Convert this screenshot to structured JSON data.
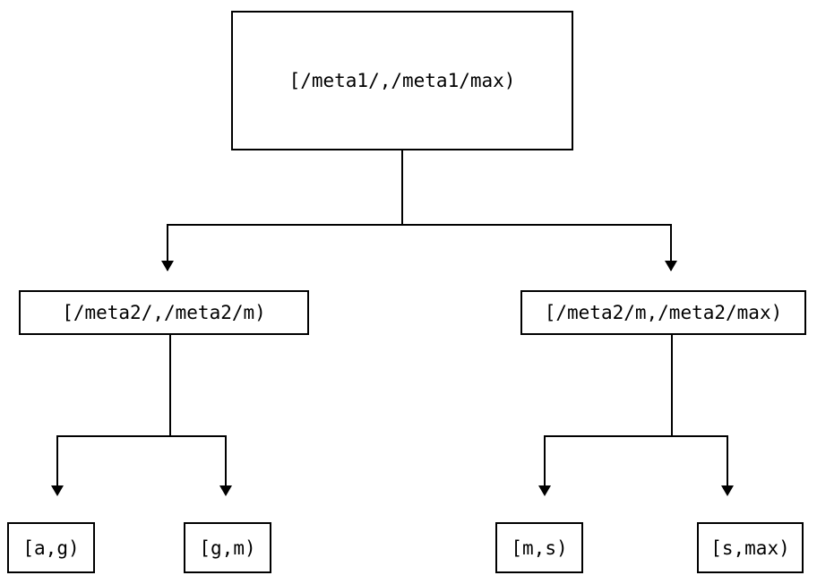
{
  "diagram": {
    "type": "tree",
    "orientation": "top-down",
    "background_color": "#ffffff",
    "line_color": "#000000",
    "text_color": "#000000",
    "nodes": {
      "root": {
        "id": "root",
        "label": "[/meta1/,/meta1/max)",
        "level": 0
      },
      "mid_left": {
        "id": "mid-left",
        "label": "[/meta2/,/meta2/m)",
        "level": 1
      },
      "mid_right": {
        "id": "mid-right",
        "label": "[/meta2/m,/meta2/max)",
        "level": 1
      },
      "leaf_1": {
        "id": "leaf-a-g",
        "label": "[a,g)",
        "level": 2
      },
      "leaf_2": {
        "id": "leaf-g-m",
        "label": "[g,m)",
        "level": 2
      },
      "leaf_3": {
        "id": "leaf-m-s",
        "label": "[m,s)",
        "level": 2
      },
      "leaf_4": {
        "id": "leaf-s-max",
        "label": "[s,max)",
        "level": 2
      }
    },
    "edges": [
      {
        "from": "root",
        "to": "mid_left"
      },
      {
        "from": "root",
        "to": "mid_right"
      },
      {
        "from": "mid_left",
        "to": "leaf_1"
      },
      {
        "from": "mid_left",
        "to": "leaf_2"
      },
      {
        "from": "mid_right",
        "to": "leaf_3"
      },
      {
        "from": "mid_right",
        "to": "leaf_4"
      }
    ]
  }
}
